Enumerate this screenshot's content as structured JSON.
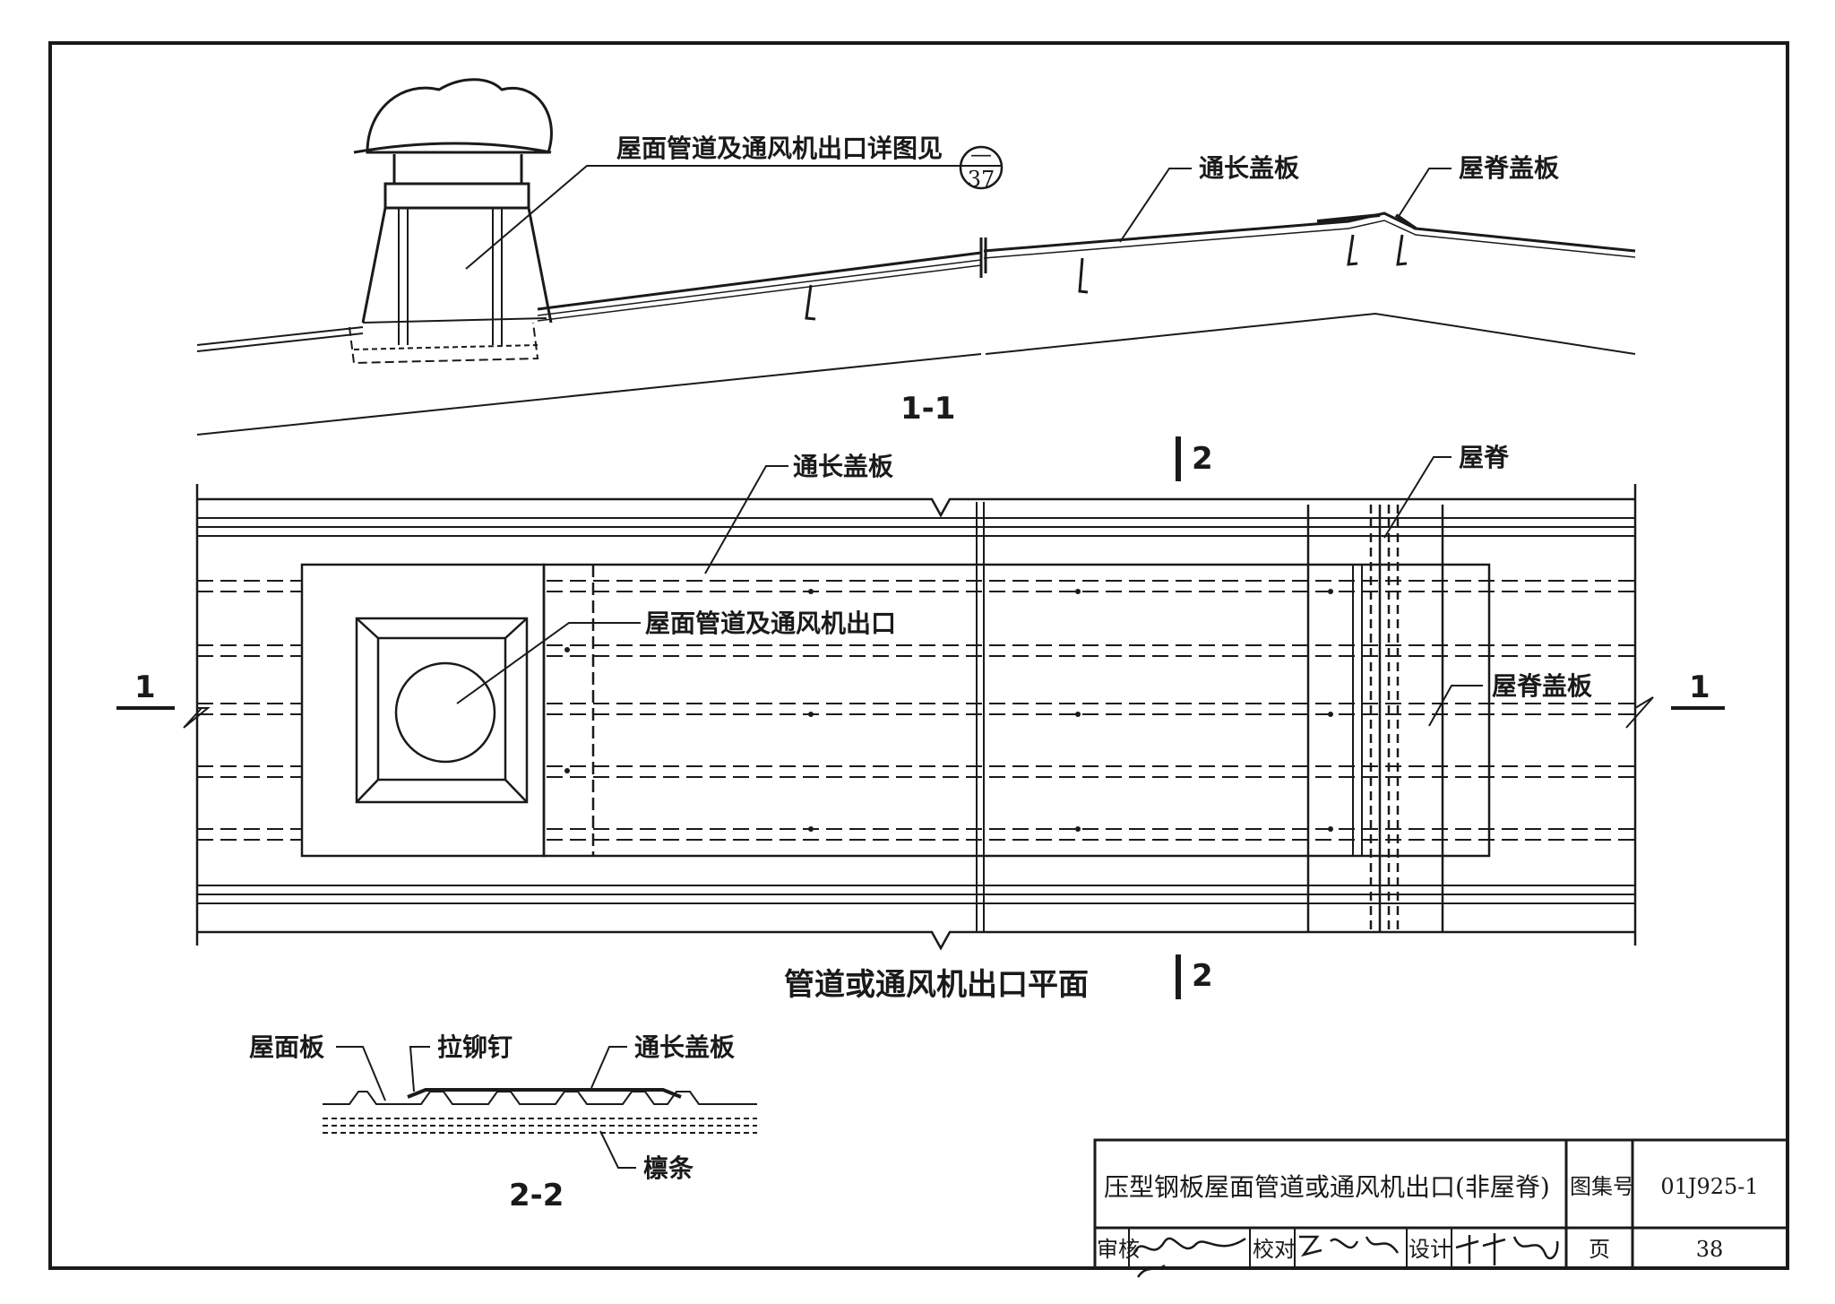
{
  "labels": {
    "detail_note": "屋面管道及通风机出口详图见",
    "detail_ref_top": "—",
    "detail_ref_bottom": "37",
    "cover_top": "通长盖板",
    "ridge_cover_top": "屋脊盖板",
    "section_1_1": "1-1",
    "section_mark_2_top": "2",
    "section_mark_2_bottom": "2",
    "cover_plan": "通长盖板",
    "ridge_plan": "屋脊",
    "outlet_plan": "屋面管道及通风机出口",
    "ridge_cover_plan": "屋脊盖板",
    "section_mark_1_left": "1",
    "section_mark_1_right": "1",
    "plan_title": "管道或通风机出口平面",
    "roof_panel": "屋面板",
    "rivet": "拉铆钉",
    "cover_22": "通长盖板",
    "purlin": "檩条",
    "section_2_2": "2-2"
  },
  "title_block": {
    "title": "压型钢板屋面管道或通风机出口(非屋脊)",
    "atlas_label": "图集号",
    "atlas_no": "01J925-1",
    "review_label": "审核",
    "check_label": "校对",
    "design_label": "设计",
    "page_label": "页",
    "page_no": "38"
  }
}
